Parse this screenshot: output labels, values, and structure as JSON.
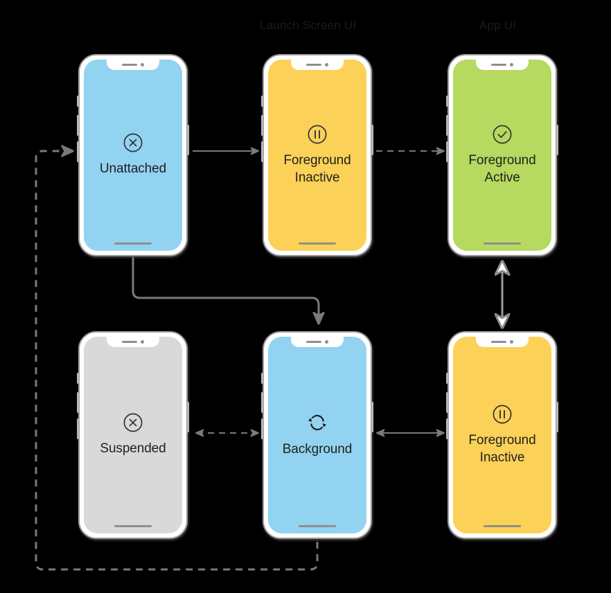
{
  "headers": {
    "launch_screen": "Launch Screen UI",
    "app_ui": "App UI"
  },
  "colors": {
    "background": "#000000",
    "unattached_screen": "#92d3f1",
    "background_screen": "#92d3f1",
    "foreground_inactive_screen": "#fbd158",
    "foreground_active_screen": "#b6d95f",
    "suspended_screen": "#d9d9d9",
    "bezel": "#ffffff",
    "bezel_outline": "#9b9b9b",
    "connector": "#7a7a7a",
    "label_text": "#1f1f1f",
    "header_text": "#1b1b1b"
  },
  "states": [
    {
      "id": "unattached",
      "label": "Unattached",
      "icon": "xmark-circle-icon",
      "screen_color": "#92d3f1",
      "column": "launch-screen-ui",
      "row": "top"
    },
    {
      "id": "foreground-inactive-launch",
      "label": "Foreground\nInactive",
      "line1": "Foreground",
      "line2": "Inactive",
      "icon": "pause-circle-icon",
      "screen_color": "#fbd158",
      "column": "launch-screen-ui",
      "row": "top"
    },
    {
      "id": "foreground-active",
      "label": "Foreground\nActive",
      "line1": "Foreground",
      "line2": "Active",
      "icon": "checkmark-circle-icon",
      "screen_color": "#b6d95f",
      "column": "app-ui",
      "row": "top"
    },
    {
      "id": "suspended",
      "label": "Suspended",
      "icon": "xmark-circle-icon",
      "screen_color": "#d9d9d9",
      "column": "launch-screen-ui",
      "row": "bottom"
    },
    {
      "id": "background",
      "label": "Background",
      "icon": "refresh-circle-arrows-icon",
      "screen_color": "#92d3f1",
      "column": "launch-screen-ui",
      "row": "bottom"
    },
    {
      "id": "foreground-inactive-app",
      "label": "Foreground\nInactive",
      "line1": "Foreground",
      "line2": "Inactive",
      "icon": "pause-circle-icon",
      "screen_color": "#fbd158",
      "column": "app-ui",
      "row": "bottom"
    }
  ],
  "transitions": [
    {
      "id": "unattached-to-fg-inactive",
      "from": "unattached",
      "to": "foreground-inactive-launch",
      "style": "solid",
      "direction": "one-way"
    },
    {
      "id": "fg-inactive-to-fg-active",
      "from": "foreground-inactive-launch",
      "to": "foreground-active",
      "style": "dashed",
      "direction": "one-way"
    },
    {
      "id": "fg-active-to-fg-inactive-app",
      "from": "foreground-active",
      "to": "foreground-inactive-app",
      "style": "solid",
      "direction": "two-way"
    },
    {
      "id": "unattached-to-background",
      "from": "unattached",
      "to": "background",
      "style": "solid",
      "direction": "one-way"
    },
    {
      "id": "suspended-to-background",
      "from": "suspended",
      "to": "background",
      "style": "dashed",
      "direction": "two-way"
    },
    {
      "id": "background-to-fg-inactive-app",
      "from": "background",
      "to": "foreground-inactive-app",
      "style": "solid",
      "direction": "two-way"
    },
    {
      "id": "background-to-unattached",
      "from": "background",
      "to": "unattached",
      "style": "dashed",
      "direction": "one-way"
    }
  ]
}
